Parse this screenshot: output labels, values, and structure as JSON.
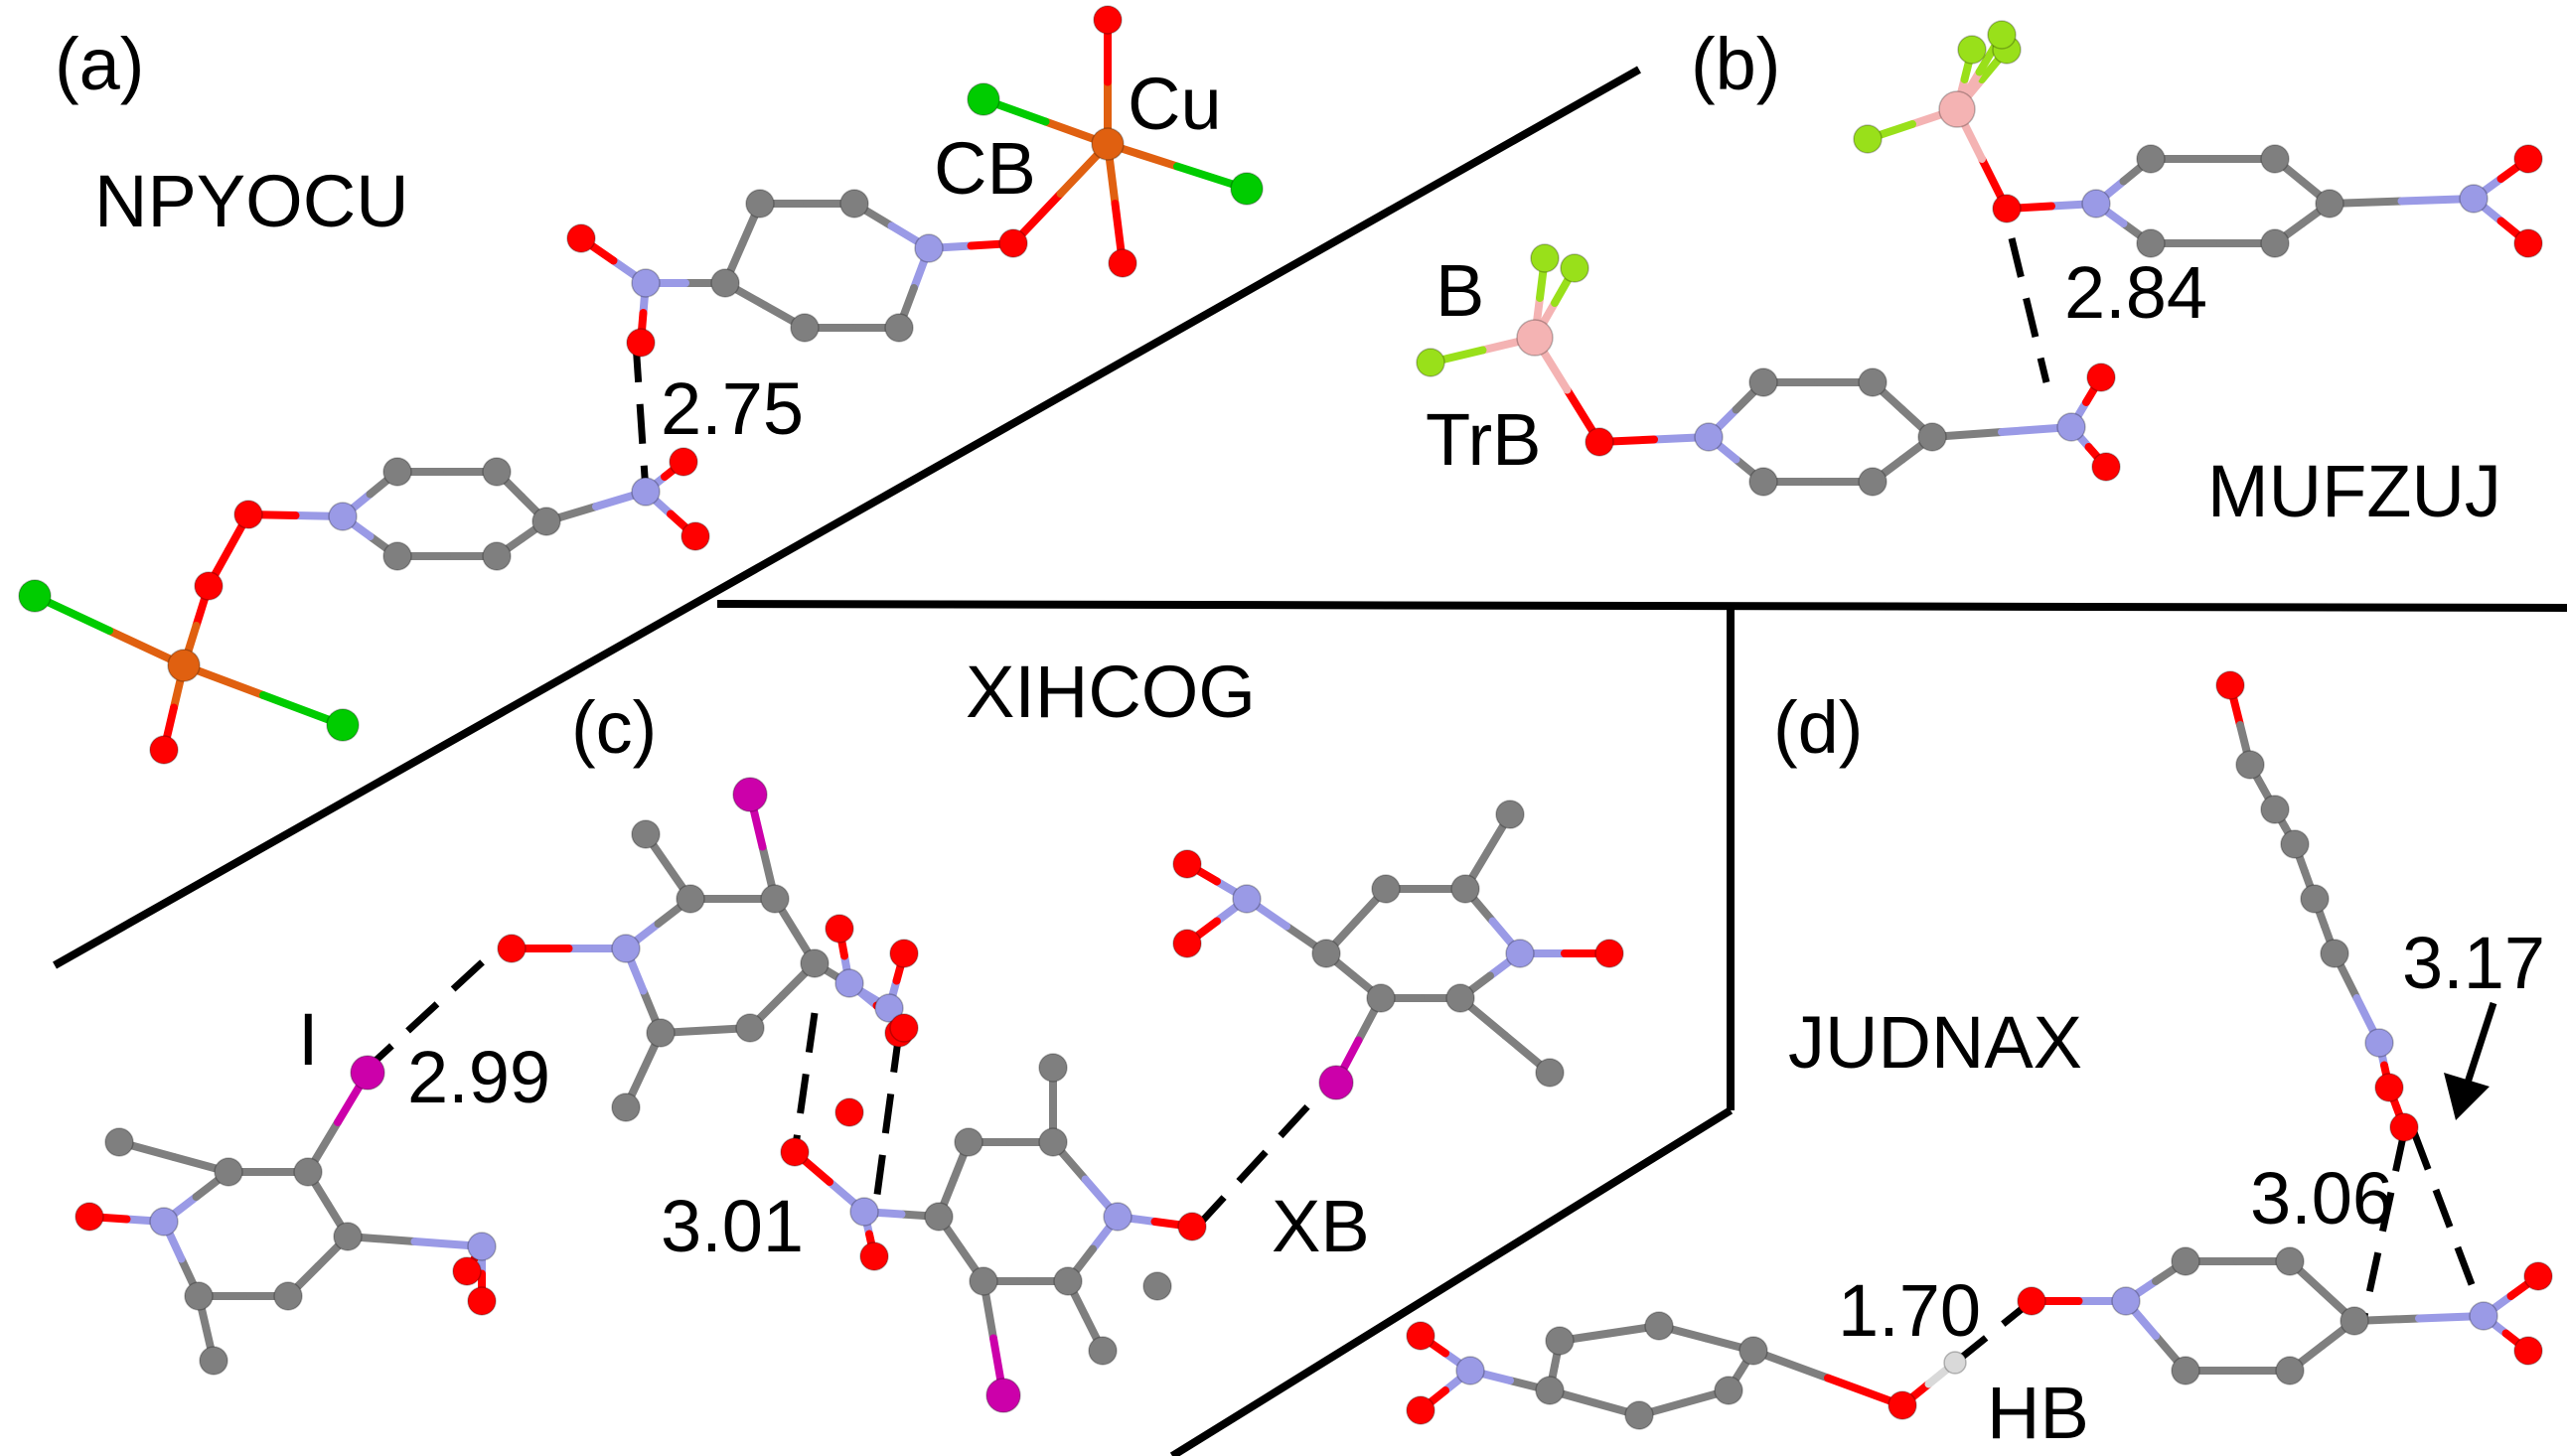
{
  "panels": {
    "a": {
      "tag": "(a)",
      "refcode": "NPYOCU",
      "metal_label": "Cu",
      "interaction_label": "CB",
      "distance": "2.75"
    },
    "b": {
      "tag": "(b)",
      "refcode": "MUFZUJ",
      "atom_label": "B",
      "interaction_label": "TrB",
      "distance": "2.84"
    },
    "c": {
      "tag": "(c)",
      "refcode": "XIHCOG",
      "atom_label": "I",
      "interaction_label": "XB",
      "distance_xb": "2.99",
      "distance_nn": "3.01"
    },
    "d": {
      "tag": "(d)",
      "refcode": "JUDNAX",
      "interaction_label": "HB",
      "distance_hb": "1.70",
      "distance_1": "3.06",
      "distance_2": "3.17"
    }
  },
  "colors": {
    "carbon": "#7f7f7f",
    "nitrogen": "#9a9ae6",
    "oxygen": "#ff0000",
    "copper": "#e06010",
    "chlorine": "#00cc00",
    "fluorine": "#99e01a",
    "boron": "#f4b3b3",
    "iodine": "#cc00aa",
    "hydrogen": "#d9d9d9"
  }
}
